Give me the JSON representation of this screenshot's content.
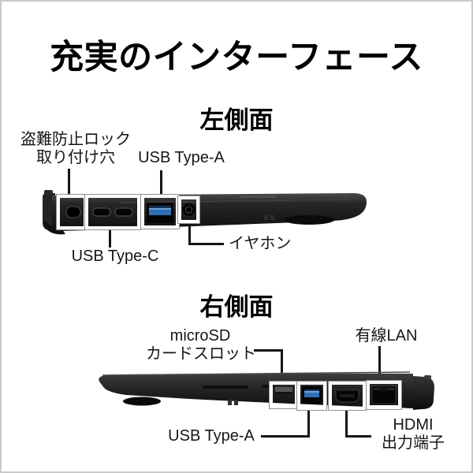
{
  "title": "充実のインターフェース",
  "left_side": {
    "heading": "左側面",
    "labels": {
      "security_lock_line1": "盗難防止ロック",
      "security_lock_line2": "取り付け穴",
      "usb_type_a": "USB Type-A",
      "usb_type_c": "USB Type-C",
      "headphone": "イヤホン"
    }
  },
  "right_side": {
    "heading": "右側面",
    "labels": {
      "microsd_line1": "microSD",
      "microsd_line2": "カードスロット",
      "wired_lan": "有線LAN",
      "usb_type_a": "USB Type-A",
      "hdmi_line1": "HDMI",
      "hdmi_line2": "出力端子"
    }
  },
  "colors": {
    "frame_border": "#c9c9c9",
    "callout_line": "#151515",
    "highlight_box": "#ffffff",
    "laptop_body_dark": "#1c1c1c",
    "usb_port_blue": "#2f6fb4"
  }
}
